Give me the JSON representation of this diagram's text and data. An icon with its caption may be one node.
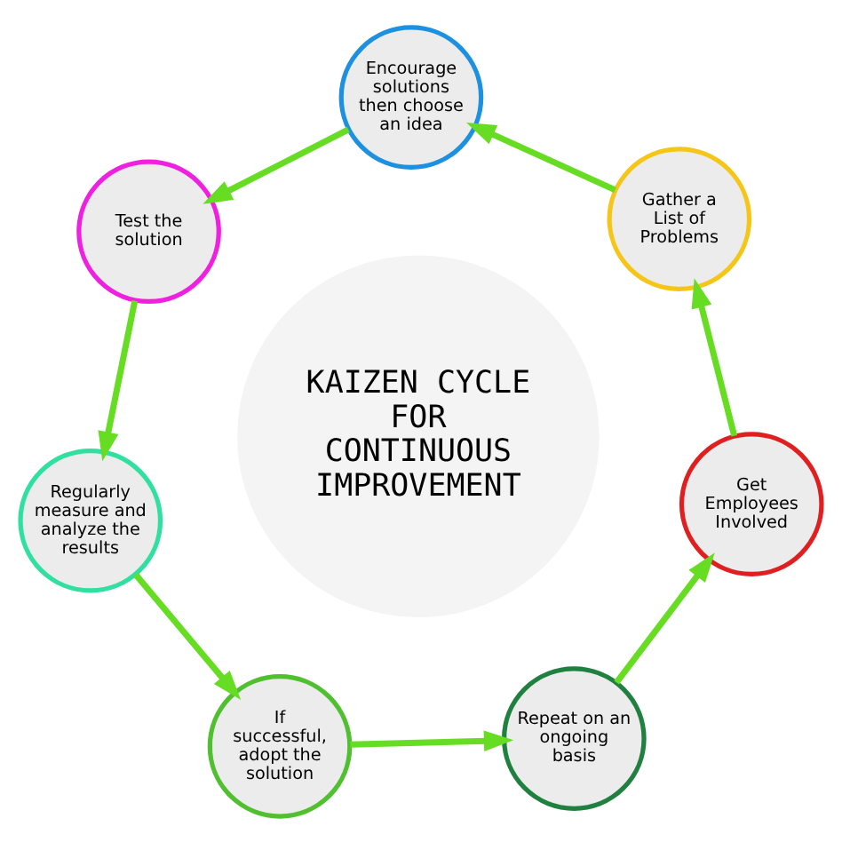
{
  "diagram": {
    "nodes": [
      {
        "text": [
          "KAIZEN CYCLE FOR CONTINUOUS IMPROVEMENT"
        ]
      },
      {
        "text": [
          "Get Employees Involved"
        ]
      },
      {
        "text": [
          "Gather a List of Problems"
        ]
      },
      {
        "text": [
          "Encourage solutions then choose an idea"
        ]
      },
      {
        "text": [
          "Test the solution"
        ]
      },
      {
        "text": [
          "Regularly measure and analyze the results"
        ]
      },
      {
        "text": [
          "If successful, adopt the solution"
        ]
      },
      {
        "text": [
          "Repeat on an ongoing basis"
        ]
      }
    ],
    "edges": [
      {
        "from": 1,
        "to": 2,
        "arrow": "to"
      },
      {
        "from": 2,
        "to": 3,
        "arrow": "to"
      },
      {
        "from": 3,
        "to": 4,
        "arrow": "to"
      },
      {
        "from": 4,
        "to": 5,
        "arrow": "to"
      },
      {
        "from": 5,
        "to": 6,
        "arrow": "to"
      },
      {
        "from": 6,
        "to": 7,
        "arrow": "to"
      },
      {
        "from": 7,
        "to": 1,
        "arrow": "to"
      }
    ]
  }
}
